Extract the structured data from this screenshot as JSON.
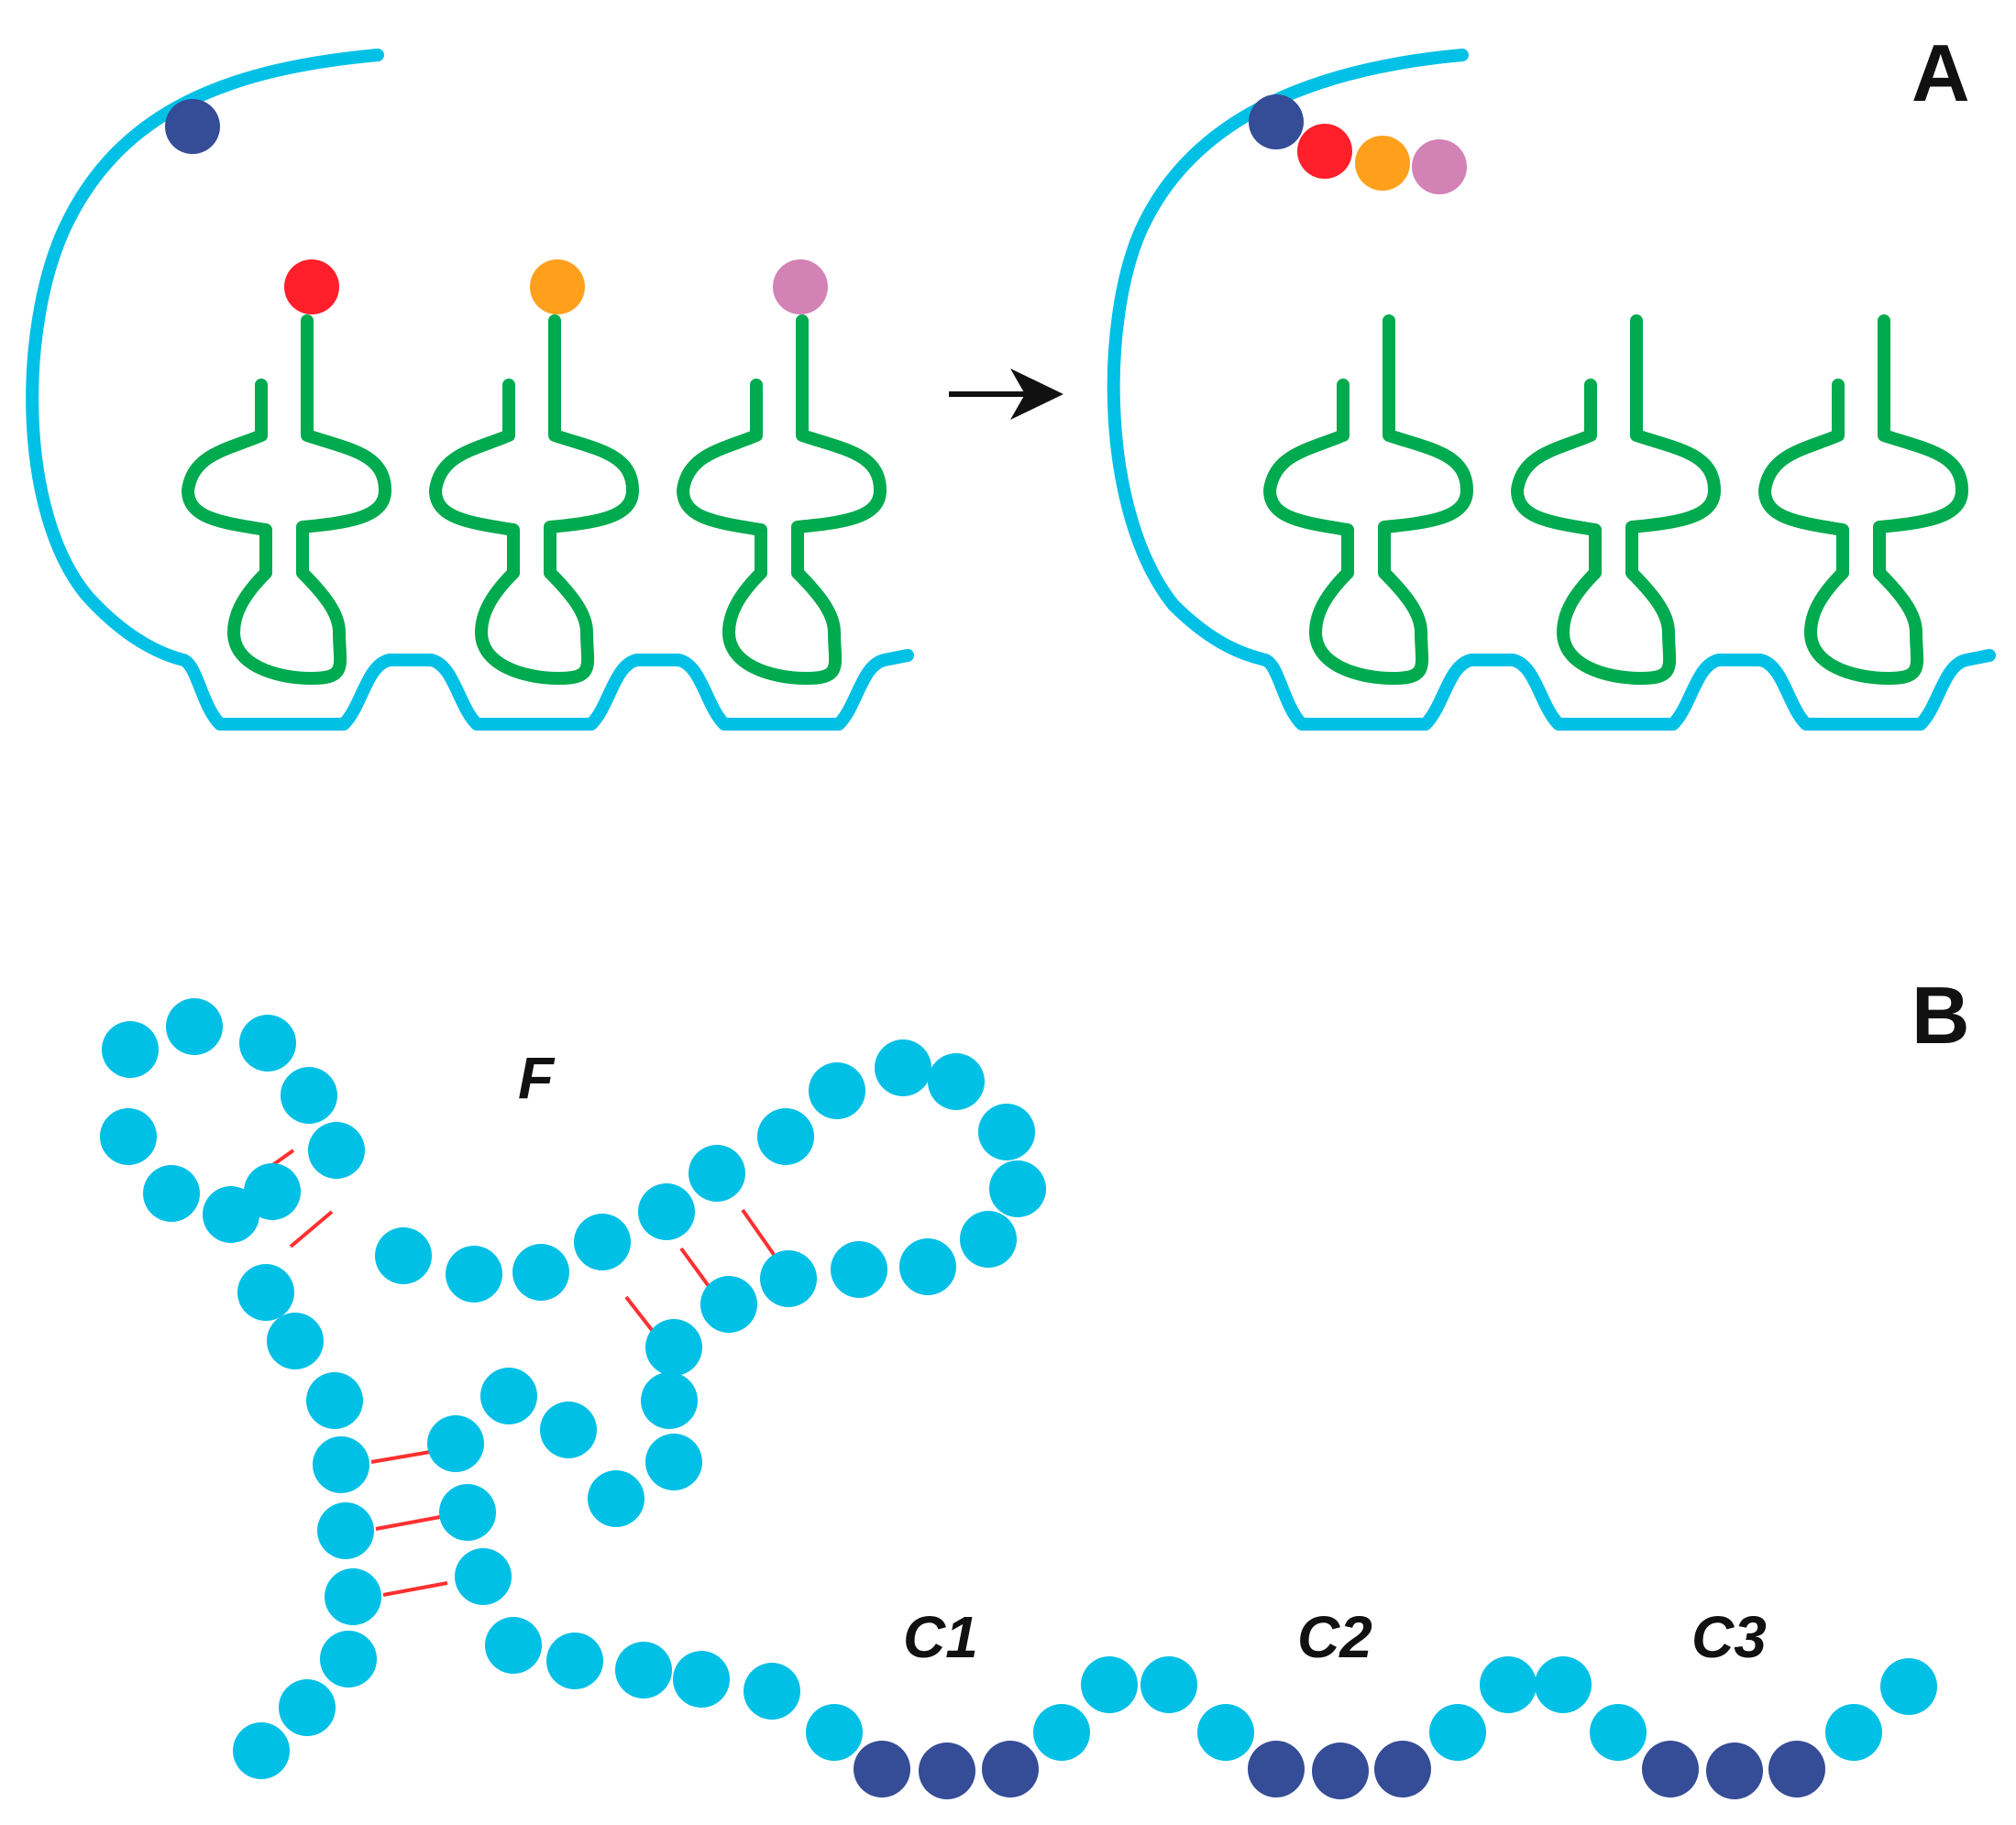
{
  "panel_a": {
    "label": "A",
    "colors": {
      "backbone": "#00c0e6",
      "hairpin": "#00aa4e",
      "anchor": "#354c96",
      "ligands": [
        "#ff1f2a",
        "#ffa01c",
        "#d382b5"
      ],
      "arrow": "#111111"
    },
    "icons": [
      "right-arrow-icon"
    ]
  },
  "panel_b": {
    "label": "B",
    "loop_label": "F",
    "segment_labels": [
      "C1",
      "C2",
      "C3"
    ],
    "colors": {
      "bead": "#00c0e6",
      "marked_bead": "#354c96",
      "pair_bond": "#ff3030"
    }
  }
}
